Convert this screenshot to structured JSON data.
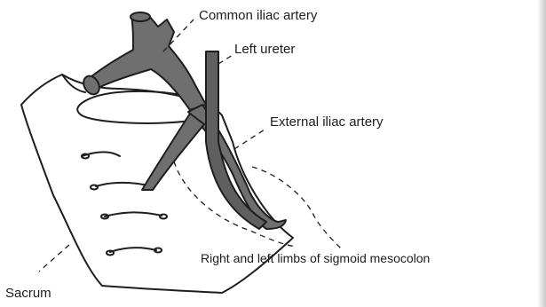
{
  "labels": {
    "common_iliac_artery": "Common iliac artery",
    "left_ureter": "Left ureter",
    "external_iliac_artery": "External iliac artery",
    "sigmoid_mesocolon": "Right and left limbs of sigmoid mesocolon",
    "sacrum": "Sacrum"
  },
  "colors": {
    "artery": "#6f6f6f",
    "ureter": "#5f5f5f",
    "outline": "#1e1e1e",
    "text": "#1d1d1d"
  }
}
